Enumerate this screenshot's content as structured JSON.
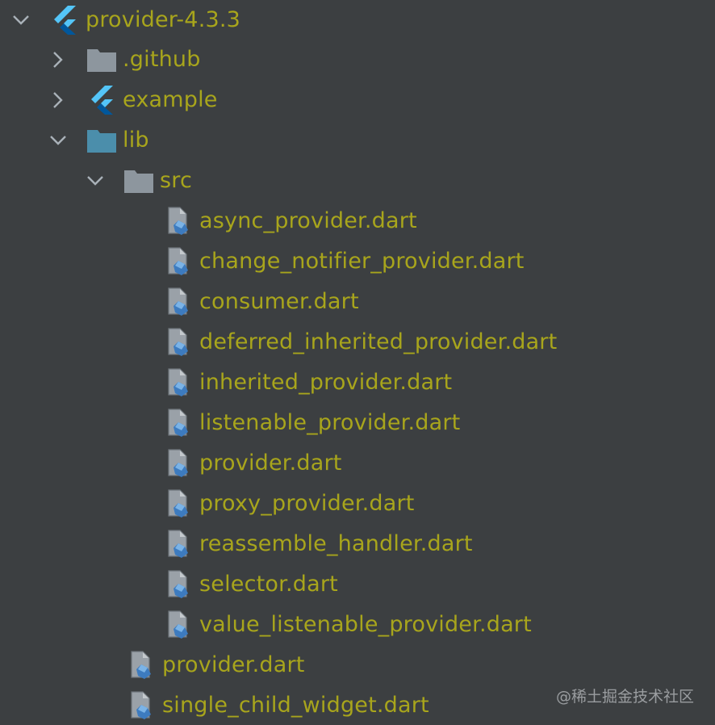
{
  "tree": {
    "root": {
      "label": "provider-4.3.3",
      "expanded": true,
      "icon": "flutter-icon"
    },
    "github": {
      "label": ".github",
      "expanded": false,
      "icon": "folder-icon"
    },
    "example": {
      "label": "example",
      "expanded": false,
      "icon": "flutter-icon"
    },
    "lib": {
      "label": "lib",
      "expanded": true,
      "icon": "source-folder-icon"
    },
    "src": {
      "label": "src",
      "expanded": true,
      "icon": "folder-icon"
    },
    "src_files": [
      "async_provider.dart",
      "change_notifier_provider.dart",
      "consumer.dart",
      "deferred_inherited_provider.dart",
      "inherited_provider.dart",
      "listenable_provider.dart",
      "provider.dart",
      "proxy_provider.dart",
      "reassemble_handler.dart",
      "selector.dart",
      "value_listenable_provider.dart"
    ],
    "lib_files": [
      "provider.dart",
      "single_child_widget.dart"
    ]
  },
  "watermark": "@稀土掘金技术社区",
  "colors": {
    "background": "#3c3f41",
    "label": "#a8a51c",
    "folder": "#8d969e",
    "source_folder": "#4b8eab",
    "flutter_light": "#54c5f8",
    "flutter_dark": "#01579b",
    "dart_file": "#9aa1a8",
    "dart_badge": "#3d7bbf"
  }
}
